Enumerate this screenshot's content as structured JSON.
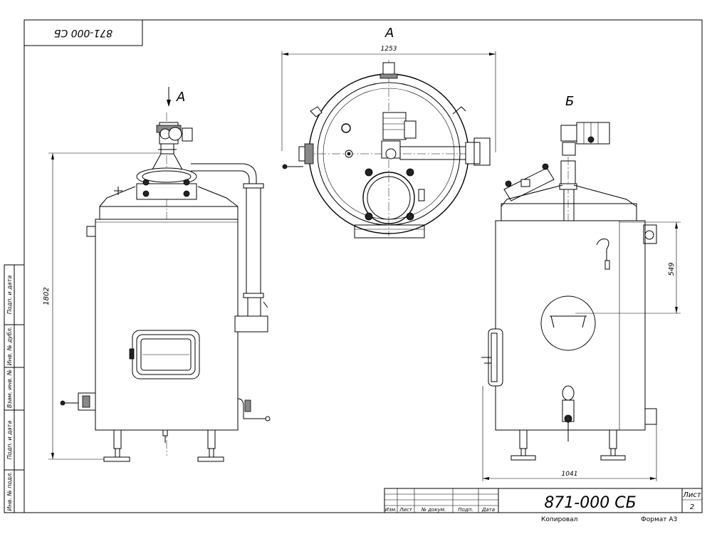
{
  "drawing": {
    "top_stamp": "871-000 СБ",
    "view_a_arrow_label": "А",
    "view_a_title": "А",
    "view_b_title": "Б",
    "dim_top_width": "1253",
    "dim_height": "1802",
    "dim_side_height": "549",
    "dim_side_width": "1041"
  },
  "side_stamp": {
    "cells": [
      "Подп. и дата",
      "Инв. № дубл.",
      "Взам. инв. №",
      "Подп. и дата",
      "Инв. № подл."
    ]
  },
  "title_block": {
    "designation": "871-000 СБ",
    "sheet_label": "Лист",
    "sheet_number": "2",
    "col_izm": "Изм.",
    "col_list": "Лист",
    "col_doc": "№ докум.",
    "col_sign": "Подп.",
    "col_date": "Дата",
    "copied": "Копировал",
    "format": "Формат А3"
  }
}
